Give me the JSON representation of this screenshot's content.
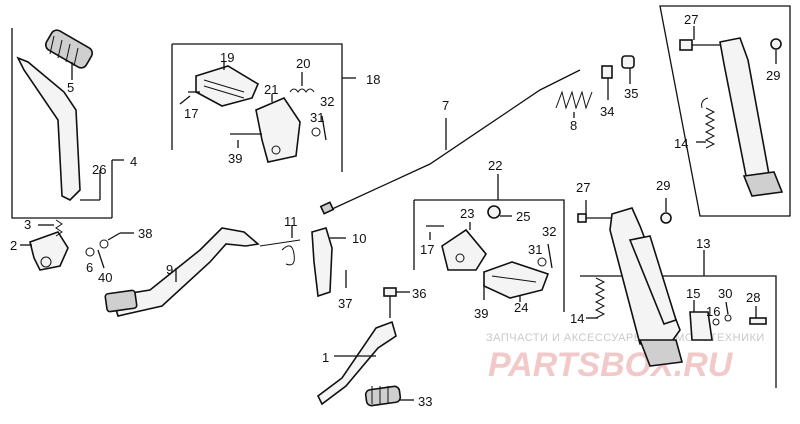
{
  "callouts": {
    "c1": "1",
    "c2": "2",
    "c3": "3",
    "c4": "4",
    "c5": "5",
    "c6": "6",
    "c7": "7",
    "c8": "8",
    "c9": "9",
    "c10": "10",
    "c11": "11",
    "c13": "13",
    "c14a": "14",
    "c14b": "14",
    "c15": "15",
    "c16": "16",
    "c17a": "17",
    "c17b": "17",
    "c18": "18",
    "c19": "19",
    "c20": "20",
    "c21": "21",
    "c22": "22",
    "c23": "23",
    "c24": "24",
    "c25": "25",
    "c26": "26",
    "c27a": "27",
    "c27b": "27",
    "c28": "28",
    "c29a": "29",
    "c29b": "29",
    "c30": "30",
    "c31a": "31",
    "c31b": "31",
    "c32a": "32",
    "c32b": "32",
    "c33": "33",
    "c34": "34",
    "c35": "35",
    "c36": "36",
    "c37": "37",
    "c38": "38",
    "c39a": "39",
    "c39b": "39",
    "c40": "40"
  },
  "watermark": {
    "text": "ЗАПЧАСТИ И АКСЕССУАРЫ ДЛЯ МОТОТЕХНИКИ",
    "logo": "PARTSBOX.RU",
    "color": "#f2c9c9"
  }
}
